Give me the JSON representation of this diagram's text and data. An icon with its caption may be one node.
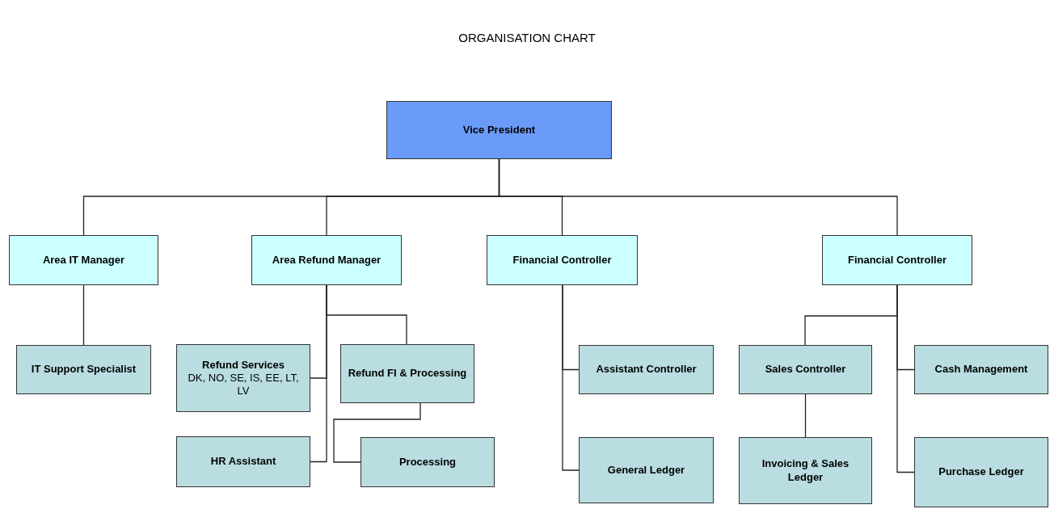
{
  "diagram": {
    "title": "ORGANISATION CHART",
    "nodes": [
      {
        "text": [
          "Vice President"
        ]
      },
      {
        "text": [
          "Area IT Manager"
        ]
      },
      {
        "text": [
          "Area Refund Manager"
        ]
      },
      {
        "text": [
          "Financial Controller"
        ]
      },
      {
        "text": [
          "Financial Controller"
        ]
      },
      {
        "text": [
          "IT Support Specialist"
        ]
      },
      {
        "text": [
          "Refund Services",
          "DK, NO, SE, IS, EE, LT, LV"
        ]
      },
      {
        "text": [
          "Refund FI & Processing"
        ]
      },
      {
        "text": [
          "HR Assistant"
        ]
      },
      {
        "text": [
          "Processing"
        ]
      },
      {
        "text": [
          "Assistant Controller"
        ]
      },
      {
        "text": [
          "General Ledger"
        ]
      },
      {
        "text": [
          "Sales Controller"
        ]
      },
      {
        "text": [
          "Cash Management"
        ]
      },
      {
        "text": [
          "Invoicing & Sales Ledger"
        ]
      },
      {
        "text": [
          "Purchase Ledger"
        ]
      }
    ],
    "edges": [
      {
        "from": 0,
        "to": 1,
        "arrow": "none"
      },
      {
        "from": 0,
        "to": 2,
        "arrow": "none"
      },
      {
        "from": 0,
        "to": 3,
        "arrow": "none"
      },
      {
        "from": 0,
        "to": 4,
        "arrow": "none"
      },
      {
        "from": 1,
        "to": 5,
        "arrow": "none"
      },
      {
        "from": 2,
        "to": 6,
        "arrow": "none"
      },
      {
        "from": 2,
        "to": 7,
        "arrow": "none"
      },
      {
        "from": 2,
        "to": 8,
        "arrow": "none"
      },
      {
        "from": 7,
        "to": 9,
        "arrow": "none"
      },
      {
        "from": 3,
        "to": 10,
        "arrow": "none"
      },
      {
        "from": 3,
        "to": 11,
        "arrow": "none"
      },
      {
        "from": 4,
        "to": 12,
        "arrow": "none"
      },
      {
        "from": 4,
        "to": 13,
        "arrow": "none"
      },
      {
        "from": 4,
        "to": 15,
        "arrow": "none"
      },
      {
        "from": 12,
        "to": 14,
        "arrow": "none"
      }
    ]
  }
}
